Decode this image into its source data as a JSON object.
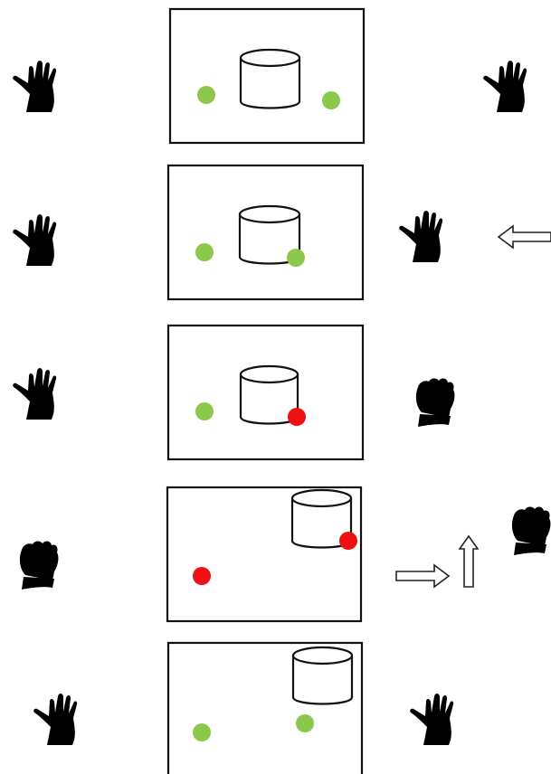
{
  "rows": [
    {
      "left": "open",
      "right": "open",
      "dots": [
        "green",
        "green"
      ],
      "arrows": []
    },
    {
      "left": "open",
      "right": "open",
      "dots": [
        "green",
        "green"
      ],
      "arrows": [
        "left"
      ]
    },
    {
      "left": "open",
      "right": "fist",
      "dots": [
        "green",
        "red"
      ],
      "arrows": []
    },
    {
      "left": "fist",
      "right": "fist",
      "dots": [
        "red",
        "red"
      ],
      "arrows": [
        "right",
        "up"
      ]
    },
    {
      "left": "open",
      "right": "open",
      "dots": [
        "green",
        "green"
      ],
      "arrows": []
    }
  ],
  "colors": {
    "green_dot": "#8cc84b",
    "red_dot": "#ee1111",
    "outline": "#111111"
  },
  "icons": {
    "open": "open-hand-icon",
    "fist": "closed-fist-icon",
    "left": "arrow-left-icon",
    "right": "arrow-right-icon",
    "up": "arrow-up-icon"
  }
}
